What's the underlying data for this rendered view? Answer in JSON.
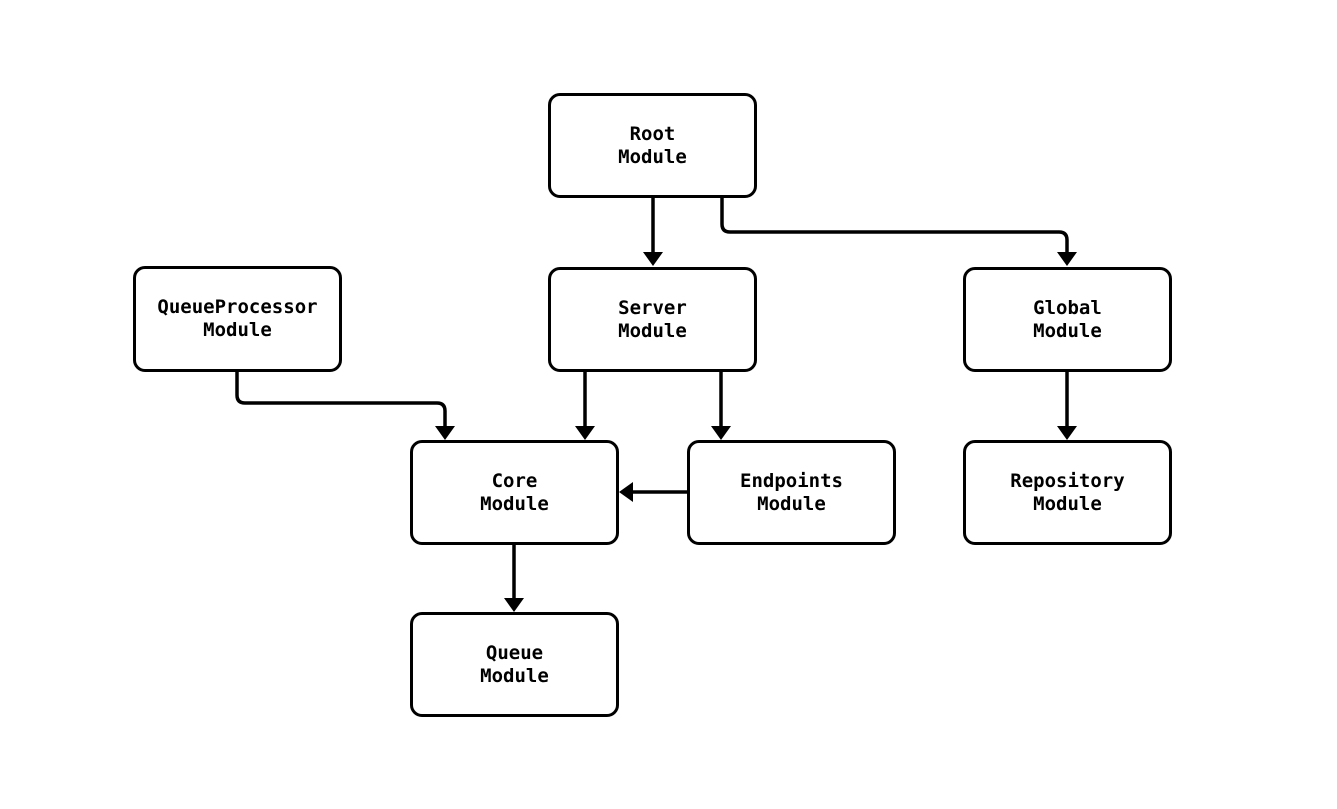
{
  "diagram": {
    "type": "module-dependency-graph",
    "colors": {
      "background": "#ffffff",
      "node_fill": "#ffffff",
      "node_border": "#000000",
      "arrow": "#000000",
      "text": "#000000"
    },
    "nodes": [
      {
        "id": "root",
        "line1": "Root",
        "line2": "Module"
      },
      {
        "id": "queueprocessor",
        "line1": "QueueProcessor",
        "line2": "Module"
      },
      {
        "id": "server",
        "line1": "Server",
        "line2": "Module"
      },
      {
        "id": "global",
        "line1": "Global",
        "line2": "Module"
      },
      {
        "id": "core",
        "line1": "Core",
        "line2": "Module"
      },
      {
        "id": "endpoints",
        "line1": "Endpoints",
        "line2": "Module"
      },
      {
        "id": "repository",
        "line1": "Repository",
        "line2": "Module"
      },
      {
        "id": "queue",
        "line1": "Queue",
        "line2": "Module"
      }
    ],
    "edges": [
      {
        "from": "Root Module",
        "to": "Server Module"
      },
      {
        "from": "Root Module",
        "to": "Global Module"
      },
      {
        "from": "QueueProcessor Module",
        "to": "Core Module"
      },
      {
        "from": "Server Module",
        "to": "Core Module"
      },
      {
        "from": "Server Module",
        "to": "Endpoints Module"
      },
      {
        "from": "Endpoints Module",
        "to": "Core Module"
      },
      {
        "from": "Global Module",
        "to": "Repository Module"
      },
      {
        "from": "Core Module",
        "to": "Queue Module"
      }
    ]
  }
}
